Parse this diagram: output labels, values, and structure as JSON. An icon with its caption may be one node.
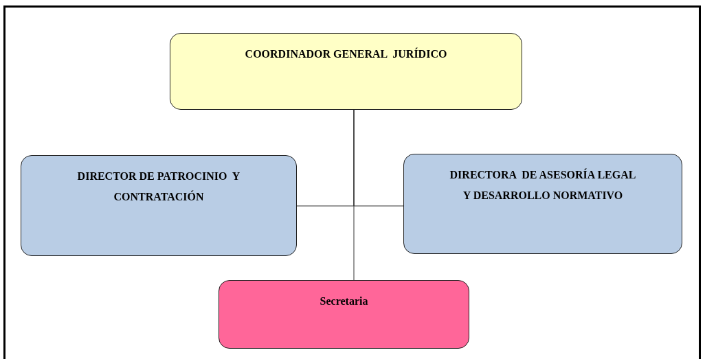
{
  "diagram": {
    "nodes": [
      {
        "text": [
          "COORDINADOR GENERAL  JURÍDICO"
        ]
      },
      {
        "text": [
          "DIRECTOR DE PATROCINIO  Y CONTRATACIÓN"
        ]
      },
      {
        "text": [
          "DIRECTORA  DE ASESORÍA LEGAL Y DESARROLLO NORMATIVO"
        ]
      },
      {
        "text": [
          "Secretaria"
        ]
      }
    ],
    "edges": [
      {
        "from": 0,
        "to": 1,
        "arrow": "none"
      },
      {
        "from": 0,
        "to": 2,
        "arrow": "none"
      },
      {
        "from": 0,
        "to": 3,
        "arrow": "none"
      }
    ]
  }
}
